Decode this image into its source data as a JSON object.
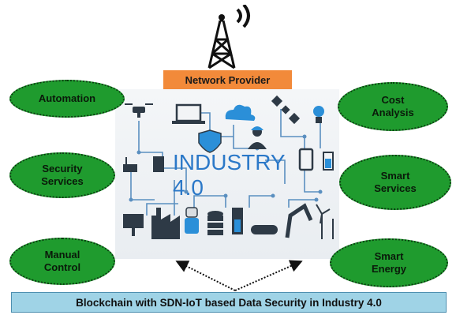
{
  "header": {
    "network_provider": "Network Provider"
  },
  "center": {
    "title": "INDUSTRY 4.0"
  },
  "nodes": {
    "automation": "Automation",
    "security_services": "Security\nServices",
    "manual_control": "Manual\nControl",
    "cost_analysis": "Cost\nAnalysis",
    "smart_services": "Smart\nServices",
    "smart_energy": "Smart\nEnergy"
  },
  "footer": {
    "caption": "Blockchain with SDN-IoT based Data Security in Industry 4.0"
  },
  "colors": {
    "ellipse_fill": "#1f9b2e",
    "provider_fill": "#f28a3a",
    "caption_fill": "#9fd3e6",
    "industry_blue": "#2b78c8"
  },
  "icons": [
    "antenna-tower-icon",
    "drone-icon",
    "laptop-icon",
    "cloud-icon",
    "satellite-icon",
    "lightbulb-icon",
    "shield-icon",
    "worker-icon",
    "router-icon",
    "chip-icon",
    "smartphone-icon",
    "battery-icon",
    "solar-panel-icon",
    "factory-icon",
    "robot-icon",
    "database-icon",
    "machine-icon",
    "conveyor-icon",
    "robotic-arm-icon",
    "wind-turbine-icon"
  ]
}
